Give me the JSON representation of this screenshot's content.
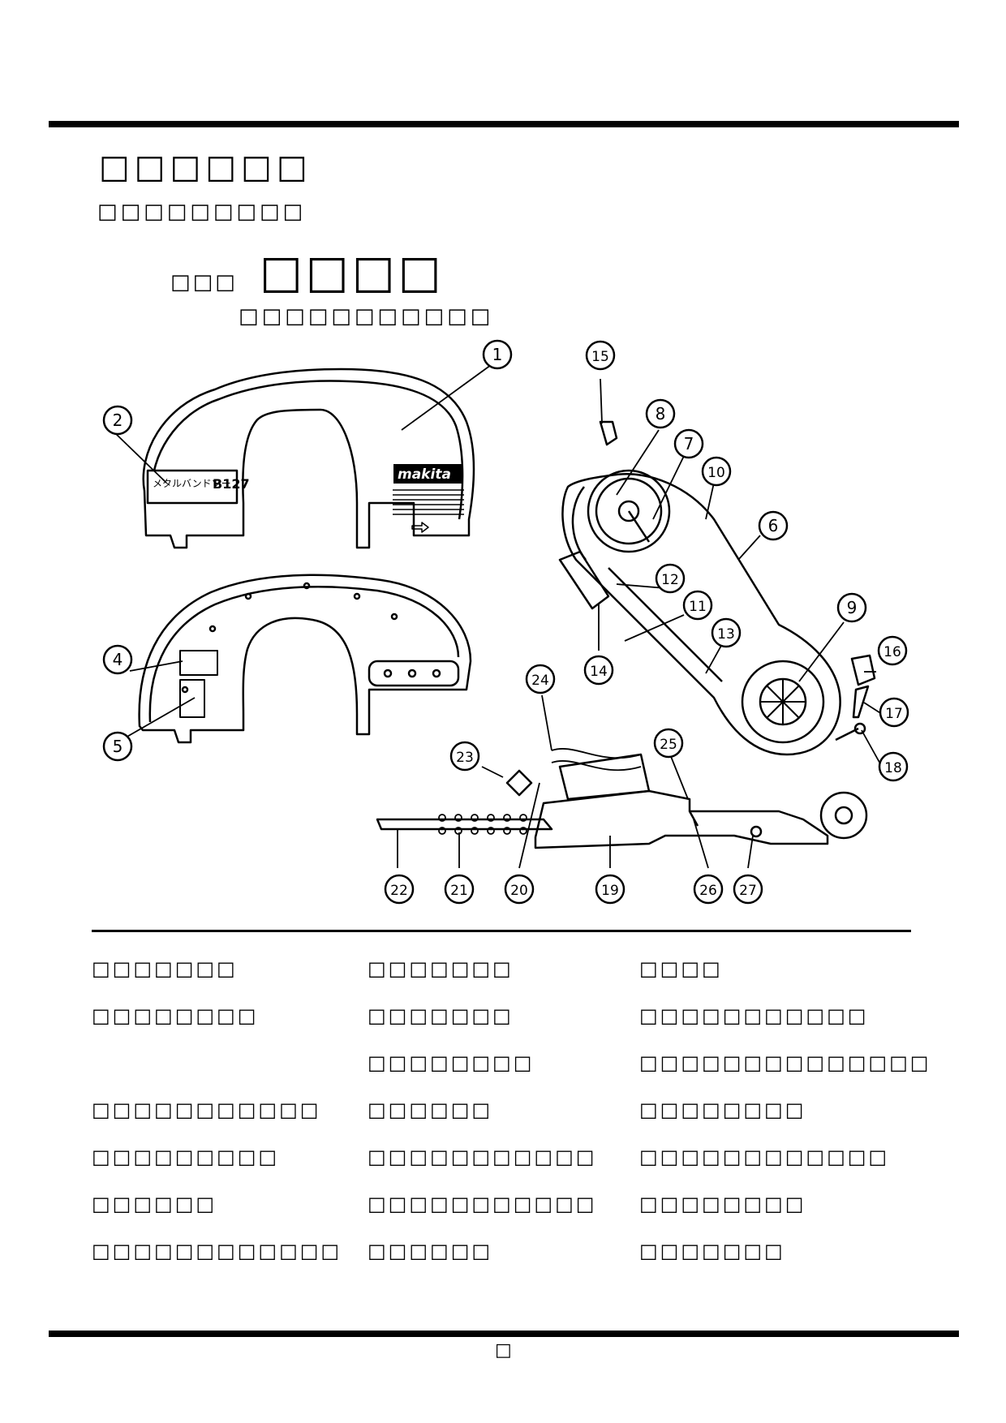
{
  "heading": {
    "title": "□□□□□□",
    "subtitle": "□□□□□□□□□",
    "model_prefix": "□□□",
    "model_name": "□□□□",
    "model_sub": "□□□□□□□□□□□"
  },
  "cover_label": {
    "product_jp": "メタルバンドソー",
    "model": "B127",
    "brand": "makita"
  },
  "callouts": [
    "1",
    "2",
    "4",
    "5",
    "6",
    "7",
    "8",
    "9",
    "10",
    "11",
    "12",
    "13",
    "14",
    "15",
    "16",
    "17",
    "18",
    "19",
    "20",
    "21",
    "22",
    "23",
    "24",
    "25",
    "26",
    "27"
  ],
  "parts_list": {
    "col1": [
      "□□□□□□□",
      "□□□□□□□□",
      "",
      "□□□□□□□□□□□",
      "□□□□□□□□□",
      "□□□□□□",
      "□□□□□□□□□□□□"
    ],
    "col2": [
      "□□□□□□□",
      "□□□□□□□",
      "□□□□□□□□",
      "□□□□□□",
      "□□□□□□□□□□□",
      "□□□□□□□□□□□",
      "□□□□□□"
    ],
    "col3": [
      "□□□□",
      "□□□□□□□□□□□",
      "□□□□□□□□□□□□□□",
      "□□□□□□□□",
      "□□□□□□□□□□□□",
      "□□□□□□□□",
      "□□□□□□□"
    ]
  },
  "page_number": "□"
}
